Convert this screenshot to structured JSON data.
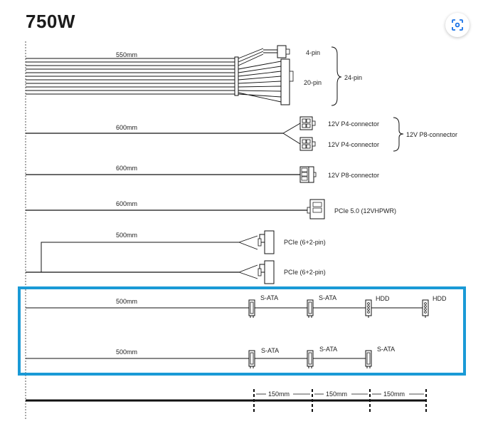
{
  "title": "750W",
  "icons": {
    "scan": "lens-scan-icon"
  },
  "colors": {
    "highlight": "#1a9ad6",
    "line": "#111111"
  },
  "cables": {
    "atx": {
      "length": "550mm",
      "pin4": "4-pin",
      "pin20": "20-pin",
      "total": "24-pin"
    },
    "cpu": {
      "length": "600mm",
      "c1": "12V P4-connector",
      "c2": "12V P4-connector",
      "group": "12V P8-connector"
    },
    "eps": {
      "length": "600mm",
      "c1": "12V P8-connector"
    },
    "pcie5": {
      "length": "600mm",
      "c1": "PCIe 5.0 (12VHPWR)"
    },
    "pcie": {
      "length": "500mm",
      "c1": "PCIe (6+2-pin)",
      "c2": "PCIe (6+2-pin)"
    },
    "sata1": {
      "length": "500mm",
      "c1": "S-ATA",
      "c2": "S-ATA",
      "c3": "HDD",
      "c4": "HDD"
    },
    "sata2": {
      "length": "500mm",
      "c1": "S-ATA",
      "c2": "S-ATA",
      "c3": "S-ATA"
    }
  },
  "scale": {
    "seg1": "150mm",
    "seg2": "150mm",
    "seg3": "150mm"
  }
}
